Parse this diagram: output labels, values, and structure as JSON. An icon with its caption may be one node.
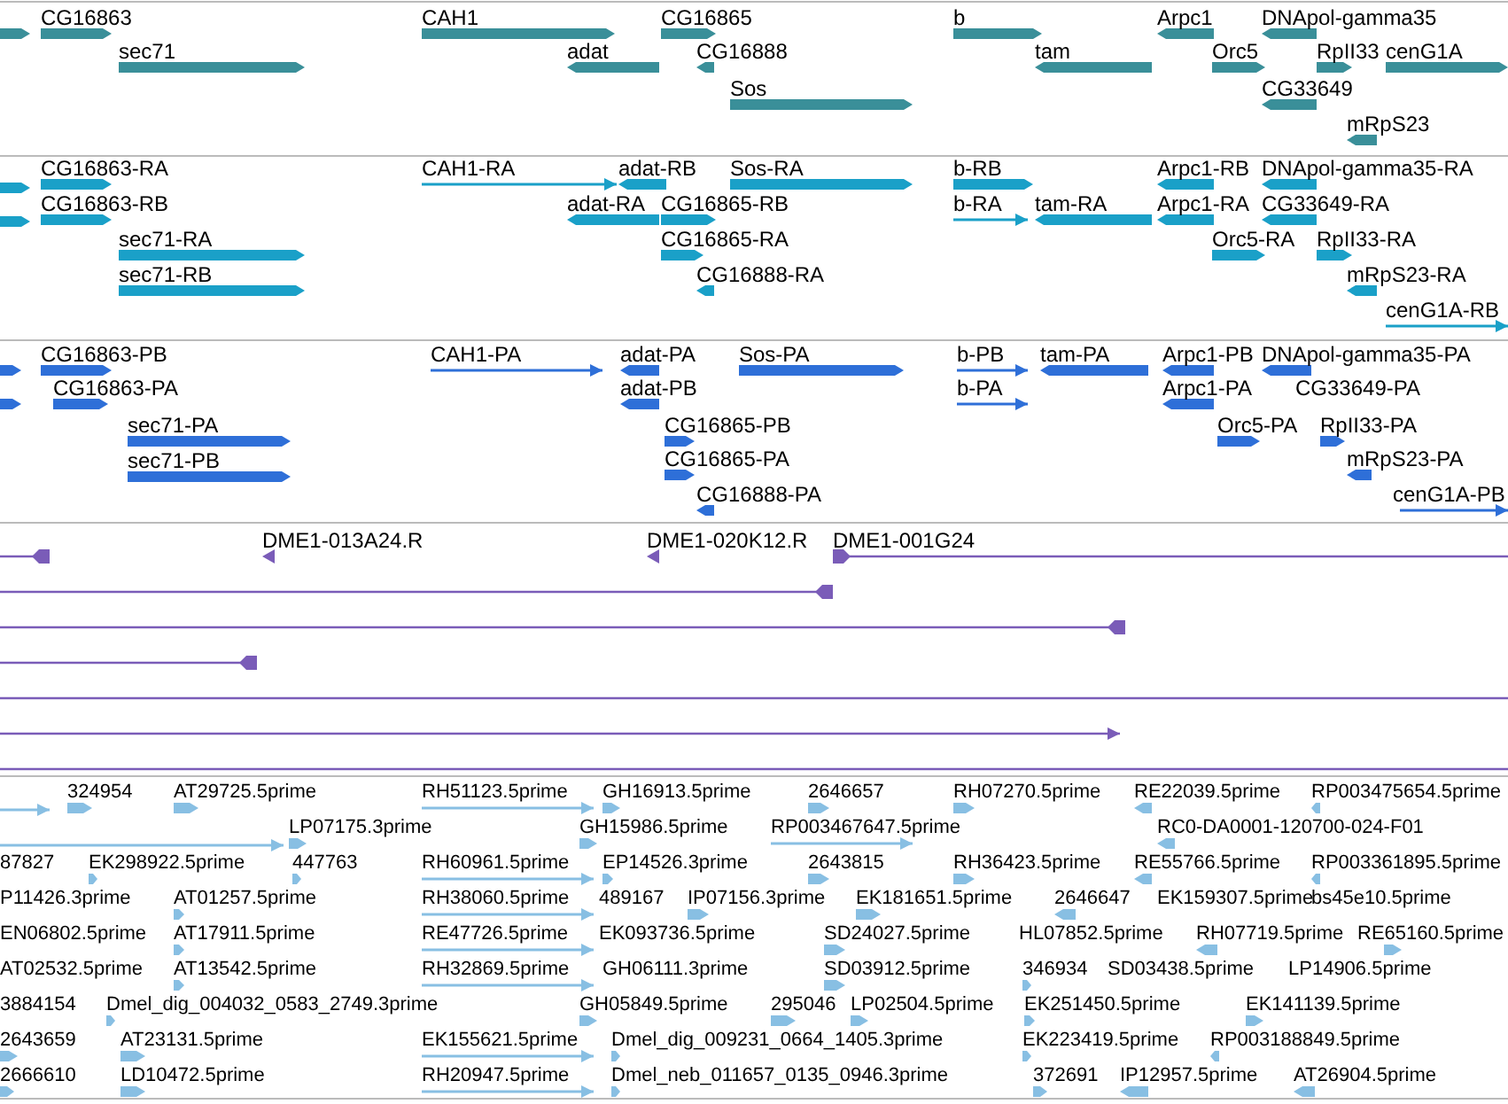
{
  "diagram": {
    "labels": [
      "CG16863",
      "CAH1",
      "CG16865",
      "b",
      "Arpc1",
      "DNApol-gamma35",
      "sec71",
      "adat",
      "CG16888",
      "tam",
      "Orc5",
      "RpII33",
      "cenG1A",
      "Sos",
      "CG33649",
      "mRpS23",
      "CG16863-RA",
      "CAH1-RA",
      "adat-RB",
      "Sos-RA",
      "b-RB",
      "Arpc1-RB",
      "DNApol-gamma35-RA",
      "CG16863-RB",
      "adat-RA",
      "CG16865-RB",
      "b-RA",
      "tam-RA",
      "Arpc1-RA",
      "CG33649-RA",
      "sec71-RA",
      "CG16865-RA",
      "Orc5-RA",
      "RpII33-RA",
      "sec71-RB",
      "CG16888-RA",
      "mRpS23-RA",
      "cenG1A-RB",
      "CG16863-PB",
      "CAH1-PA",
      "adat-PA",
      "Sos-PA",
      "b-PB",
      "tam-PA",
      "Arpc1-PB",
      "DNApol-gamma35-PA",
      "CG16863-PA",
      "adat-PB",
      "b-PA",
      "Arpc1-PA",
      "CG33649-PA",
      "sec71-PA",
      "CG16865-PB",
      "Orc5-PA",
      "RpII33-PA",
      "sec71-PB",
      "CG16865-PA",
      "mRpS23-PA",
      "CG16888-PA",
      "cenG1A-PB",
      "DME1-013A24.R",
      "DME1-020K12.R",
      "DME1-001G24",
      "324954",
      "AT29725.5prime",
      "RH51123.5prime",
      "GH16913.5prime",
      "2646657",
      "RH07270.5prime",
      "RE22039.5prime",
      "RP003475654.5prime",
      "LP07175.3prime",
      "GH15986.5prime",
      "RP003467647.5prime",
      "RC0-DA0001-120700-024-F01",
      "87827",
      "EK298922.5prime",
      "447763",
      "RH60961.5prime",
      "EP14526.3prime",
      "2643815",
      "RH36423.5prime",
      "RE55766.5prime",
      "RP003361895.5prime",
      "P11426.3prime",
      "AT01257.5prime",
      "RH38060.5prime",
      "489167",
      "IP07156.3prime",
      "EK181651.5prime",
      "2646647",
      "EK159307.5prime",
      "bs45e10.5prime",
      "EN06802.5prime",
      "AT17911.5prime",
      "RE47726.5prime",
      "EK093736.5prime",
      "SD24027.5prime",
      "HL07852.5prime",
      "RH07719.5prime",
      "RE65160.5prime",
      "AT02532.5prime",
      "AT13542.5prime",
      "RH32869.5prime",
      "GH06111.3prime",
      "SD03912.5prime",
      "346934",
      "SD03438.5prime",
      "LP14906.5prime",
      "3884154",
      "Dmel_dig_004032_0583_2749.3prime",
      "GH05849.5prime",
      "295046",
      "LP02504.5prime",
      "EK251450.5prime",
      "EK141139.5prime",
      "2643659",
      "AT23131.5prime",
      "EK155621.5prime",
      "Dmel_dig_009231_0664_1405.3prime",
      "EK223419.5prime",
      "RP003188849.5prime",
      "2666610",
      "LD10472.5prime",
      "RH20947.5prime",
      "Dmel_neb_011657_0135_0946.3prime",
      "372691",
      "IP12957.5prime",
      "AT26904.5prime"
    ]
  }
}
